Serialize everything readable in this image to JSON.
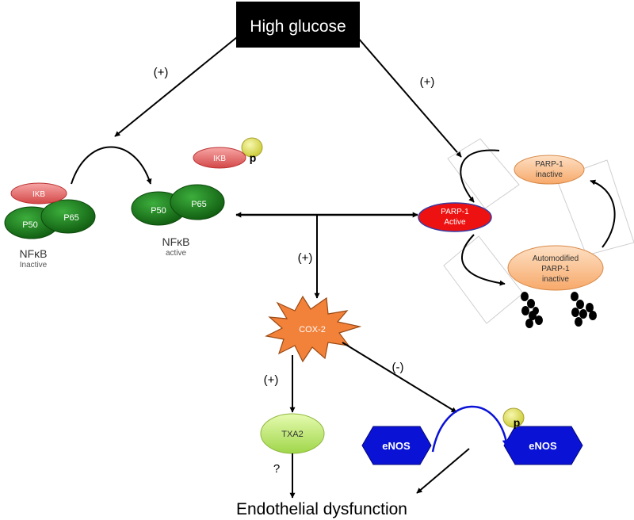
{
  "stimulus": "High glucose",
  "signs": {
    "glucose_to_nfkb": "(+)",
    "glucose_to_parp": "(+)",
    "to_cox2": "(+)",
    "cox2_to_txa2": "(+)",
    "cox2_to_enos": "(-)",
    "txa2_to_dysfunction": "?"
  },
  "nfkb_inactive": {
    "ikb": "IKB",
    "p50": "P50",
    "p65": "P65",
    "label": "NFκB",
    "state": "Inactive"
  },
  "free_ikb": {
    "label": "IKB",
    "phospho": "p"
  },
  "nfkb_active": {
    "p50": "P50",
    "p65": "P65",
    "label": "NFκB",
    "state": "active"
  },
  "parp_cycle": {
    "active": [
      "PARP-1",
      "Active"
    ],
    "inactive": [
      "PARP-1",
      "inactive"
    ],
    "automodified": [
      "Automodified",
      "PARP-1",
      "inactive"
    ]
  },
  "cox2": "COX-2",
  "txa2": "TXA2",
  "enos": {
    "left": "eNOS",
    "right": "eNOS",
    "phospho": "p"
  },
  "outcome": "Endothelial dysfunction",
  "colors": {
    "green": "#1f7a1f",
    "ikb_red": "#e06666",
    "parp_active": "#ee1111",
    "parp_peach": "#fbc08f",
    "cox2_orange": "#f2813a",
    "txa2_green": "#c6ec7a",
    "enos_blue": "#0a12d6",
    "phospho_yellow": "#e2e25a"
  }
}
